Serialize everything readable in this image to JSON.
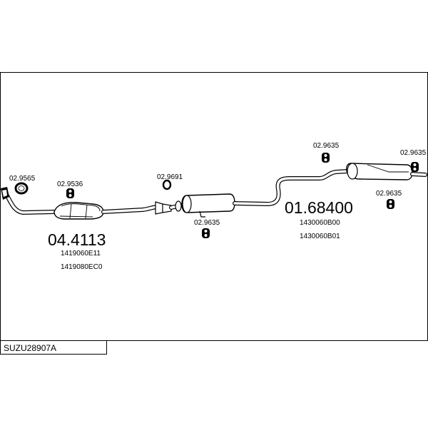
{
  "frame": {
    "code": "SUZU28907A"
  },
  "parts": {
    "label_a": "02.9565",
    "label_b": "02.9536",
    "label_c": "02.9691",
    "label_d": "02.9635",
    "label_e": "02.9635",
    "label_f": "02.9635",
    "label_g": "02.9635",
    "front_number": "04.4113",
    "front_oem_1": "1419060E11",
    "front_oem_2": "1419080EC0",
    "rear_number": "01.68400",
    "rear_oem_1": "1430060B00",
    "rear_oem_2": "1430060B01"
  },
  "colors": {
    "line": "#000000",
    "background": "#ffffff"
  }
}
